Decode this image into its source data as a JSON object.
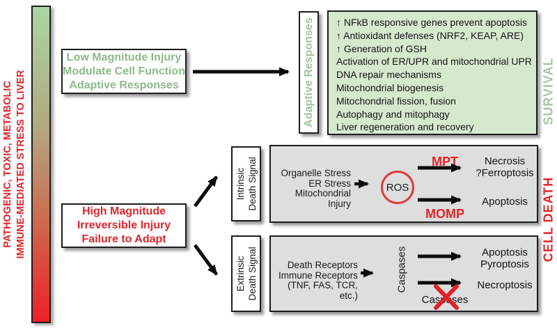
{
  "stress_axis": {
    "line1": "PATHOGENIC, TOXIC, METABOLIC",
    "line2": "IMMUNE-MEDIATED STRESS TO LIVER"
  },
  "adaptive_pathway": {
    "trigger": {
      "line1": "Low Magnitude Injury",
      "line2": "Modulate Cell Function",
      "line3": "Adaptive Responses"
    },
    "label": "Adaptive Responses",
    "responses": [
      "↑ NFkB responsive genes prevent apoptosis",
      "↑ Antioxidant defenses (NRF2, KEAP, ARE)",
      "↑ Generation of GSH",
      "Activation of ER/UPR and mitochondrial UPR",
      "DNA repair mechanisms",
      "Mitochondrial biogenesis",
      "Mitochondrial fission, fusion",
      "Autophagy and mitophagy",
      "Liver regeneration and recovery"
    ],
    "outcome": "SURVIVAL"
  },
  "death_pathway": {
    "trigger": {
      "line1": "High Magnitude",
      "line2": "Irreversible Injury",
      "line3": "Failure to Adapt"
    },
    "intrinsic": {
      "label_line1": "Intrinsic",
      "label_line2": "Death Signal",
      "stressors": [
        "Organelle Stress",
        "ER Stress",
        "Mitochondrial Injury"
      ],
      "hub": "ROS",
      "route1": {
        "mediator": "MPT",
        "outcome_line1": "Necrosis",
        "outcome_line2": "?Ferroptosis"
      },
      "route2": {
        "mediator": "MOMP",
        "outcome": "Apoptosis"
      }
    },
    "extrinsic": {
      "label_line1": "Extrinsic",
      "label_line2": "Death Signal",
      "receptors": [
        "Death Receptors",
        "Immune Receptors",
        "(TNF, FAS, TCR, etc.)"
      ],
      "hub": "Caspases",
      "route1": {
        "outcome_line1": "Apoptosis",
        "outcome_line2": "Pyroptosis"
      },
      "route2": {
        "outcome": "Necroptosis",
        "blocked_mediator": "Caspases"
      }
    },
    "outcome": "CELL DEATH"
  },
  "colors": {
    "survival_green_text": "#8eb98b",
    "survival_label_green": "#a6c7a0",
    "adaptive_panel_fill": "#d5e9cf",
    "death_red": "#e52328",
    "panel_gray": "#dedede",
    "gradient_top_green": "#a9d6a3",
    "gradient_bottom_red": "#ee2026"
  }
}
